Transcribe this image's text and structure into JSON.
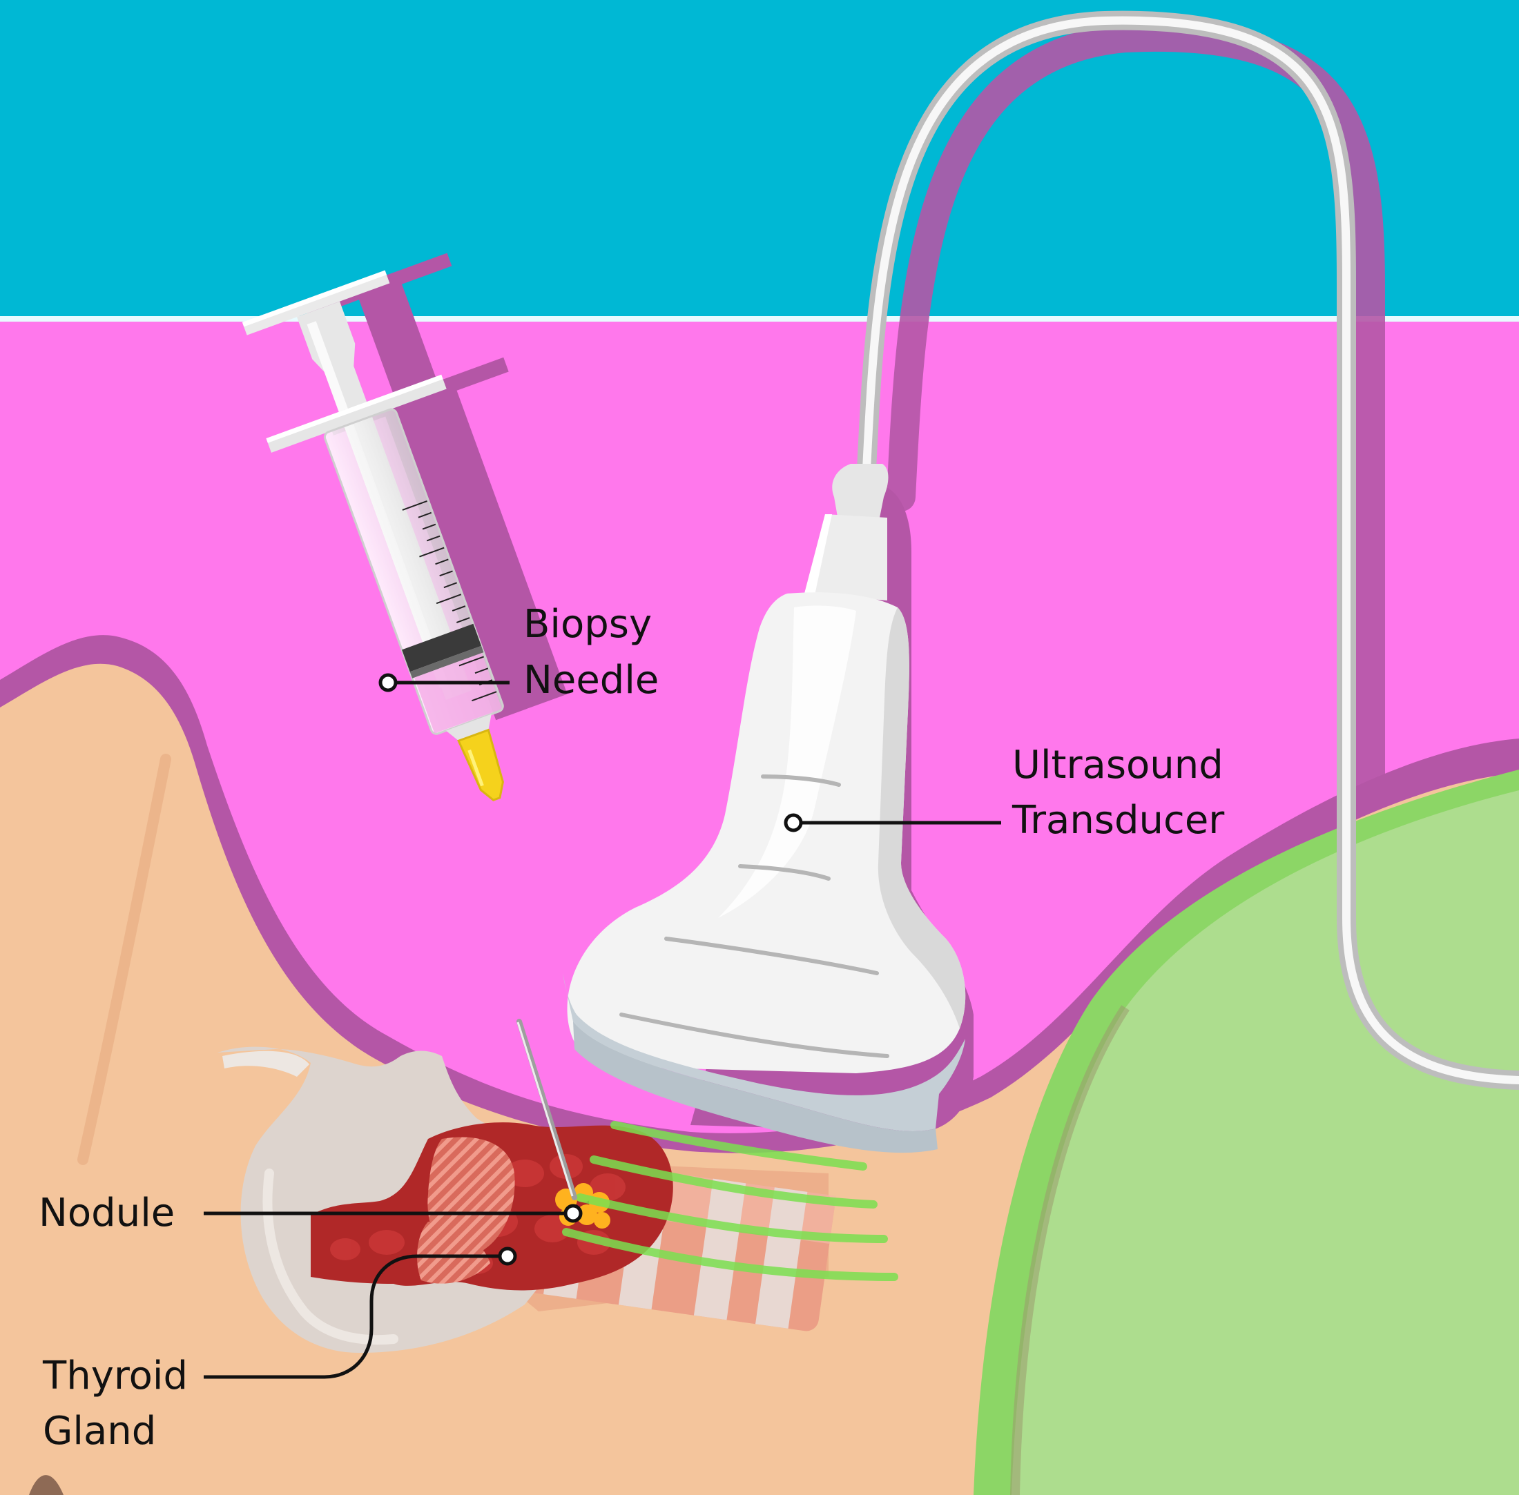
{
  "labels": {
    "biopsy_needle": [
      "Biopsy",
      "Needle"
    ],
    "ultrasound_transducer": [
      "Ultrasound",
      "Transducer"
    ],
    "nodule": "Nodule",
    "thyroid_gland": [
      "Thyroid",
      "Gland"
    ]
  },
  "colors": {
    "sky": "#00B8D4",
    "background": "#FF78EC",
    "shadow": "#B456A6",
    "skin": "#F4C59C",
    "shoulder": "#ADDD8E",
    "shoulder_edge": "#8CD666",
    "thyroid": "#B02828",
    "nodule": "#FFB21F",
    "ultrasound_waves": "#7BE050",
    "needle_hub": "#F5D21C",
    "device_white": "#F3F3F3"
  }
}
